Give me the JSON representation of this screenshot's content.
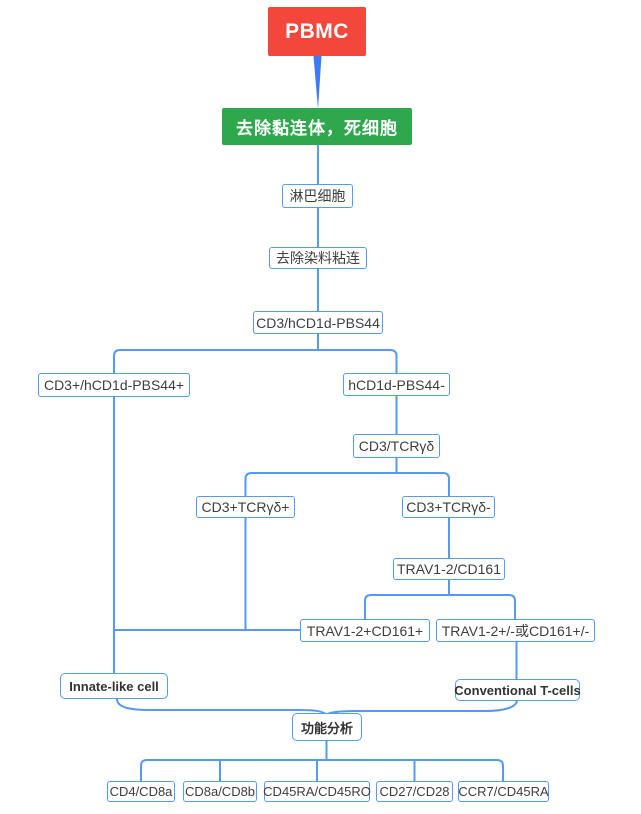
{
  "colors": {
    "line_blue": "#549AF4",
    "root_red": "#F4473B",
    "step_green": "#2FA84D",
    "box_text": "#3E3E3E",
    "box_bg": "#FFFFFF"
  },
  "nodes": {
    "pbmc": "PBMC",
    "remove_debris": "去除黏连体，死细胞",
    "lymphocytes": "淋巴细胞",
    "remove_dye_adhesion": "去除染料粘连",
    "cd3_hcd1d_pbs44": "CD3/hCD1d-PBS44",
    "cd3pos_hcd1d_pbs44pos": "CD3+/hCD1d-PBS44+",
    "hcd1d_pbs44neg": "hCD1d-PBS44-",
    "cd3_tcrgd": "CD3/TCRγδ",
    "cd3pos_tcrgd_pos": "CD3+TCRγδ+",
    "cd3pos_tcrgd_neg": "CD3+TCRγδ-",
    "trav12_cd161": "TRAV1-2/CD161",
    "trav12pos_cd161pos": "TRAV1-2+CD161+",
    "trav12pm_or_cd161pm": "TRAV1-2+/-或CD161+/-",
    "innate_like_cell": "Innate-like cell",
    "conventional_t_cells": "Conventional T-cells",
    "functional_analysis": "功能分析",
    "panel_cd4_cd8a": "CD4/CD8a",
    "panel_cd8a_cd8b": "CD8a/CD8b",
    "panel_cd45ra_cd45ro": "CD45RA/CD45RO",
    "panel_cd27_cd28": "CD27/CD28",
    "panel_ccr7_cd45ra": "CCR7/CD45RA"
  }
}
